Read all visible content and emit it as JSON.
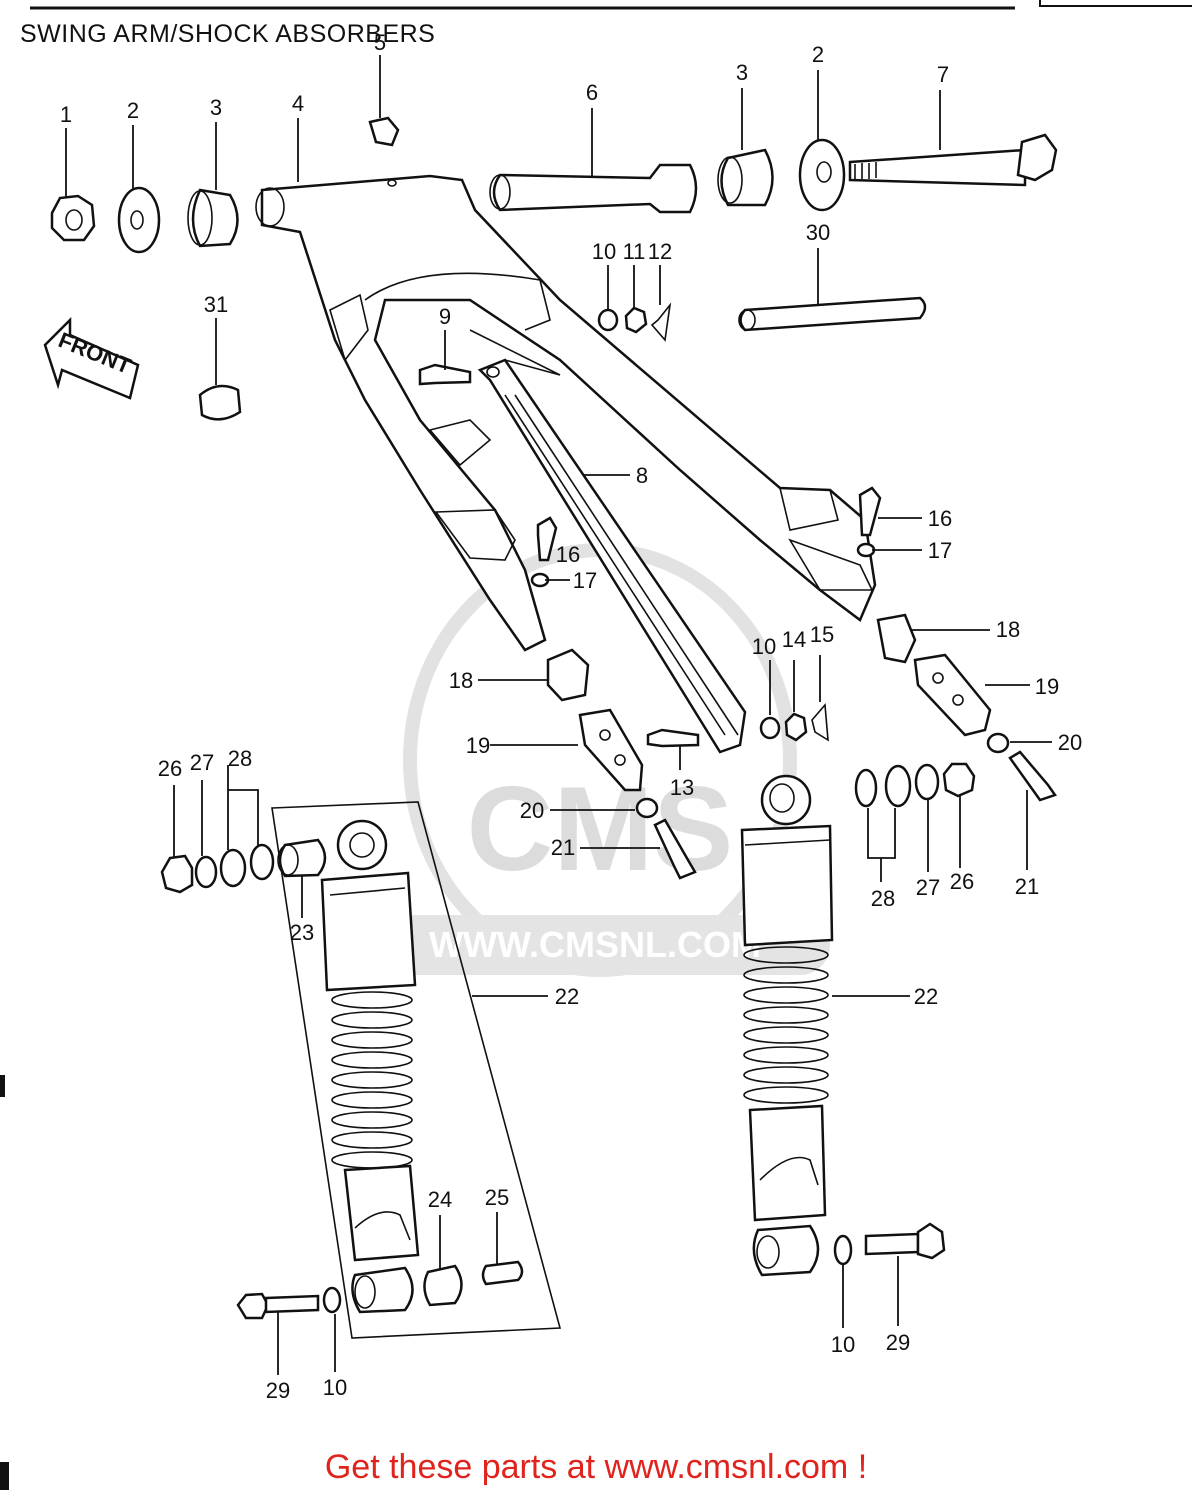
{
  "title": "SWING ARM/SHOCK ABSORBERS",
  "front_arrow": "FRONT",
  "watermark": {
    "logo_text": "CMS",
    "url": "WWW.CMSNL.COM"
  },
  "footer_cta": "Get these parts at www.cmsnl.com !",
  "callouts": {
    "c1": "1",
    "c2a": "2",
    "c3a": "3",
    "c4": "4",
    "c5": "5",
    "c6": "6",
    "c3b": "3",
    "c2b": "2",
    "c7": "7",
    "c30": "30",
    "c31": "31",
    "c10a": "10",
    "c11": "11",
    "c12": "12",
    "c9": "9",
    "c8": "8",
    "c16a": "16",
    "c17a": "17",
    "c16b": "16",
    "c17b": "17",
    "c18a": "18",
    "c18b": "18",
    "c10b": "10",
    "c14": "14",
    "c15": "15",
    "c19a": "19",
    "c19b": "19",
    "c13": "13",
    "c20a": "20",
    "c20b": "20",
    "c21a": "21",
    "c21b": "21",
    "c26a": "26",
    "c27a": "27",
    "c28a": "28",
    "c23": "23",
    "c22a": "22",
    "c22b": "22",
    "c28b": "28",
    "c27b": "27",
    "c26b": "26",
    "c24": "24",
    "c25": "25",
    "c29a": "29",
    "c10c": "10",
    "c10d": "10",
    "c29b": "29"
  }
}
